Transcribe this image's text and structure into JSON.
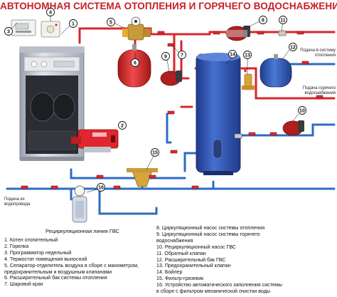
{
  "title": "АВТОНОМНАЯ СИСТЕМА ОТОПЛЕНИЯ И ГОРЯЧЕГО ВОДОСНАБЖЕНИЯ",
  "side_labels": {
    "to_heating": "Подача в систему отопления",
    "to_hot_water": "Подача горячего водоснабжения",
    "from_water_supply": "Подача из водопровода"
  },
  "dhw_recirc_line_label": "Рециркуляционная линия ГВС",
  "markers": [
    "1",
    "2",
    "3",
    "4",
    "5",
    "6",
    "7",
    "8",
    "9",
    "10",
    "11",
    "12",
    "13",
    "14",
    "15",
    "16"
  ],
  "legend_left": [
    "1. Котел отопительный",
    "2. Горелка",
    "3. Программатор недельный",
    "4. Термостат помещения выносной",
    "5. Сепаратор-отделитель воздуха в сборе с манометром,",
    "предохранительным и воздушным клапанами",
    "6. Расширительный бак системы отопления",
    "7. Шаровой кран"
  ],
  "legend_right": [
    "8. Циркуляционный насос системы отопления",
    "9. Циркуляционный насос системы горячего",
    "водоснабжения",
    "10. Рециркуляционный насос ГВС",
    "11. Обратный клапан",
    "12. Расширительный бак ГВС",
    "13. Предохранительный клапан",
    "14. Бойлер",
    "15. Фильтр-грязевик",
    "16. Устройство автоматического заполнения системы",
    "в сборе с фильтром механической очистки воды"
  ],
  "colors": {
    "title": "#c81e24",
    "supply_pipe": "#d8262c",
    "return_pipe": "#2b6cc4",
    "boiler_body": "#c7ccd6",
    "burner": "#e0262e",
    "tank_red": "#e02a2a",
    "tank_blue": "#2f5fb8",
    "boiler_tank": "#2f4fb0"
  }
}
